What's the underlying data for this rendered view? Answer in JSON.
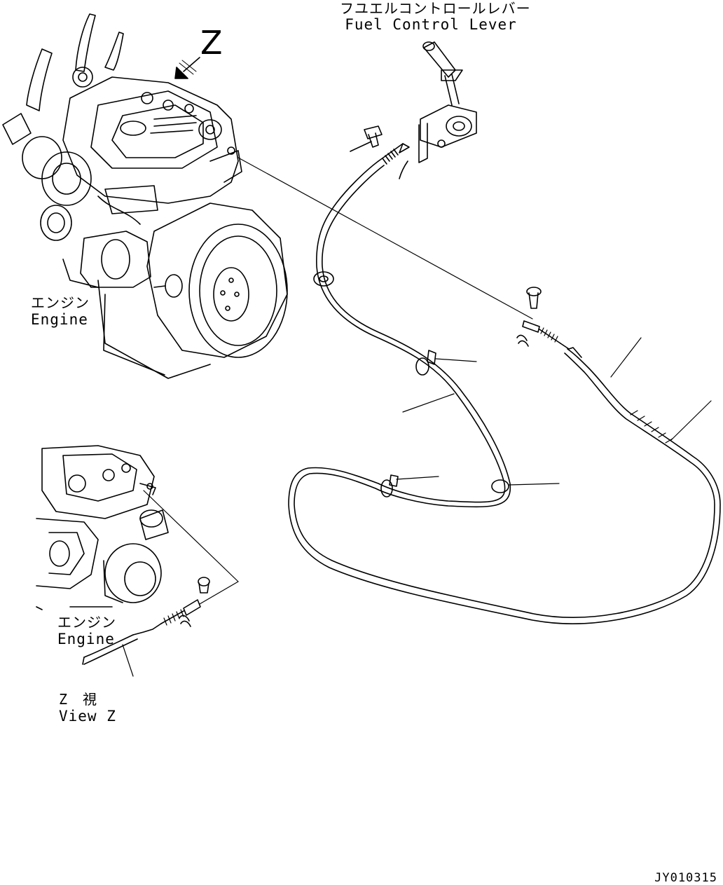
{
  "labels": {
    "z_marker": "Z",
    "fuel_lever_jp": "フユエルコントロールレバー",
    "fuel_lever_en": "Fuel Control Lever",
    "engine_jp": "エンジン",
    "engine_en": "Engine",
    "view_engine_jp": "エンジン",
    "view_engine_en": "Engine",
    "view_jp": "Z　視",
    "view_en": "View Z"
  },
  "figure_id": "JY010315"
}
